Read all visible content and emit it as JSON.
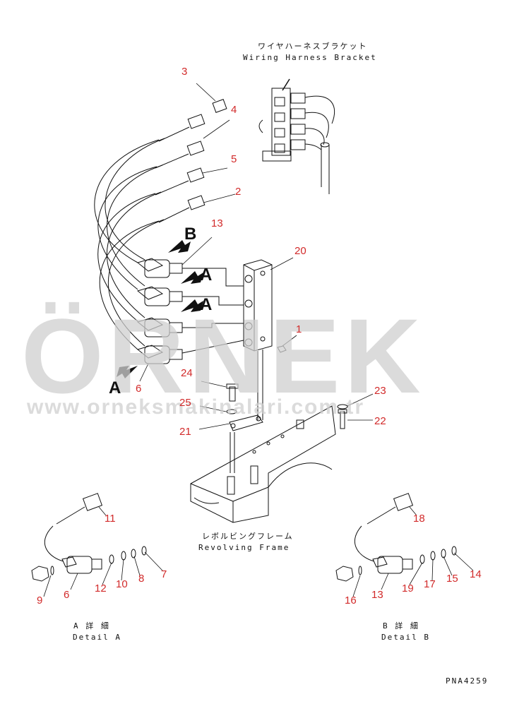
{
  "labels": {
    "bracket_jp": "ワイヤハーネスブラケット",
    "bracket_en": "Wiring Harness Bracket",
    "frame_jp": "レボルビングフレーム",
    "frame_en": "Revolving Frame",
    "detail_a_jp": "A 詳 細",
    "detail_a_en": "Detail A",
    "detail_b_jp": "B 詳 細",
    "detail_b_en": "Detail B",
    "drawing_code": "PNA4259"
  },
  "view_arrows": [
    "B",
    "A",
    "A",
    "A"
  ],
  "part_numbers": [
    "3",
    "4",
    "5",
    "2",
    "13",
    "20",
    "1",
    "6",
    "24",
    "25",
    "21",
    "23",
    "22",
    "11",
    "18",
    "7",
    "8",
    "10",
    "12",
    "6",
    "9",
    "14",
    "15",
    "17",
    "19",
    "13",
    "16"
  ],
  "watermark": {
    "brand": "ÖRNEK",
    "url": "www.orneksmakinalari.com.tr"
  },
  "colors": {
    "line": "#111111",
    "callout": "#d22a2a",
    "watermark": "#cfcfcf"
  }
}
